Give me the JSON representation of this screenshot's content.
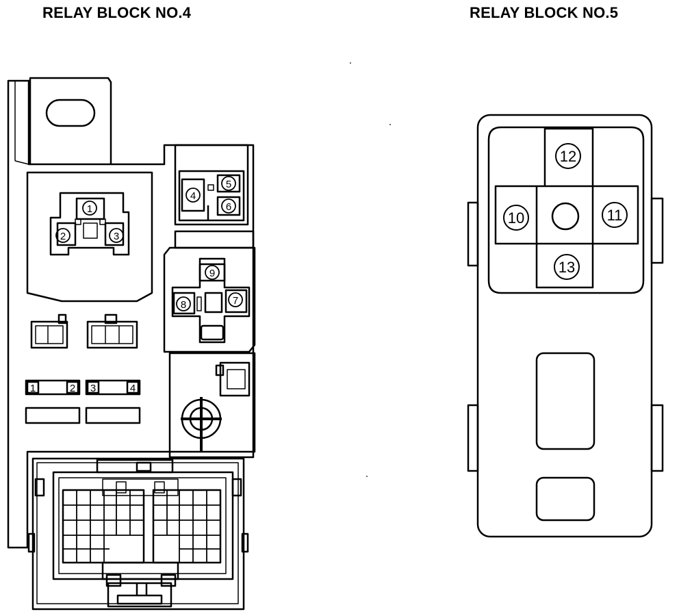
{
  "relay_block_4": {
    "title": "RELAY BLOCK NO.4",
    "relays": [
      "1",
      "2",
      "3",
      "4",
      "5",
      "6",
      "7",
      "8",
      "9"
    ],
    "fuse_labels": [
      "1",
      "2",
      "3",
      "4"
    ]
  },
  "relay_block_5": {
    "title": "RELAY BLOCK NO.5",
    "relays": [
      "12",
      "10",
      "11",
      "13"
    ]
  },
  "colors": {
    "line": "#000000",
    "background": "#ffffff"
  }
}
